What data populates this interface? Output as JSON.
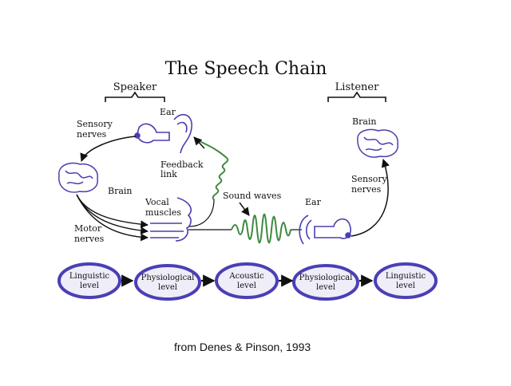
{
  "title": "The Speech Chain",
  "speaker_label": "Speaker",
  "listener_label": "Listener",
  "speaker": {
    "ear": "Ear",
    "sensory_nerves": [
      "Sensory",
      "nerves"
    ],
    "brain": "Brain",
    "feedback_link": [
      "Feedback",
      "link"
    ],
    "vocal_muscles": [
      "Vocal",
      "muscles"
    ],
    "motor_nerves": [
      "Motor",
      "nerves"
    ]
  },
  "sound_waves": "Sound waves",
  "listener": {
    "ear": "Ear",
    "brain": "Brain",
    "sensory_nerves": [
      "Sensory",
      "nerves"
    ]
  },
  "levels": [
    [
      "Linguistic",
      "level"
    ],
    [
      "Physiological",
      "level"
    ],
    [
      "Acoustic",
      "level"
    ],
    [
      "Physiological",
      "level"
    ],
    [
      "Linguistic",
      "level"
    ]
  ],
  "colors": {
    "ink": "#111111",
    "organ": "#4b3fb0",
    "wave": "#3f8a3f",
    "ellipse_ring": "#4a3fb5",
    "ellipse_fill": "#eeedf8"
  },
  "credit": "from Denes & Pinson, 1993"
}
